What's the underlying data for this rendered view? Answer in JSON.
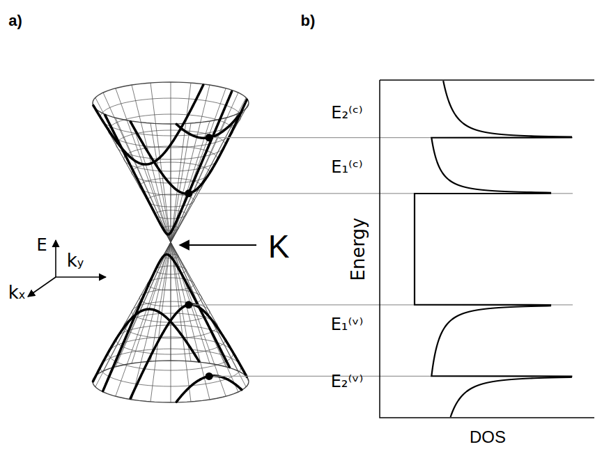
{
  "diagram": {
    "labels": [
      "a)",
      "b)",
      "E",
      "ky",
      "kx",
      "K",
      "E₂⁽ᶜ⁾",
      "E₁⁽ᶜ⁾",
      "Energy",
      "E₁⁽ᵛ⁾",
      "E₂⁽ᵛ⁾",
      "DOS"
    ]
  }
}
